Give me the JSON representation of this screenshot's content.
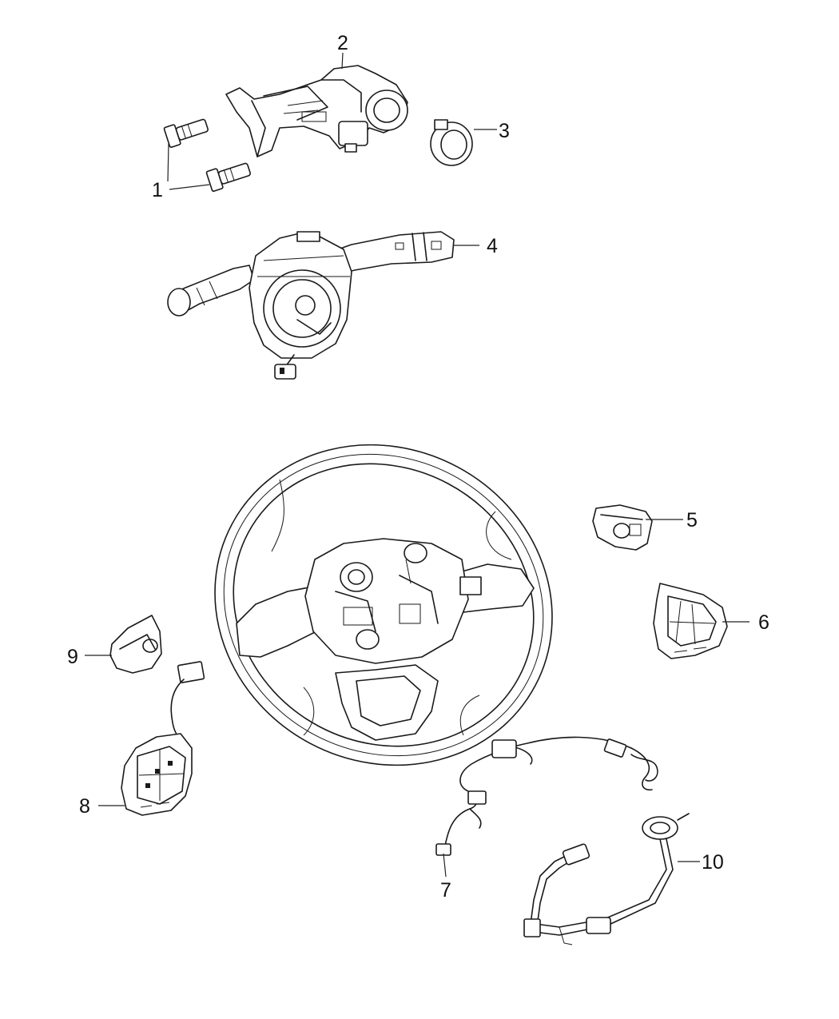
{
  "callouts": [
    {
      "id": "1",
      "label": "1"
    },
    {
      "id": "2",
      "label": "2"
    },
    {
      "id": "3",
      "label": "3"
    },
    {
      "id": "4",
      "label": "4"
    },
    {
      "id": "5",
      "label": "5"
    },
    {
      "id": "6",
      "label": "6"
    },
    {
      "id": "7",
      "label": "7"
    },
    {
      "id": "8",
      "label": "8"
    },
    {
      "id": "9",
      "label": "9"
    },
    {
      "id": "10",
      "label": "10"
    }
  ],
  "colors": {
    "line": "#1a1a1a",
    "background": "#ffffff"
  }
}
